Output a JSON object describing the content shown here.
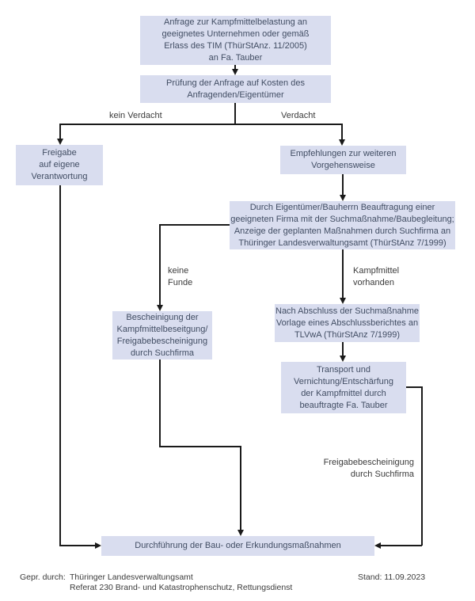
{
  "nodes": {
    "anfrage": "Anfrage zur Kampfmittelbelastung an\ngeeignetes Unternehmen oder gemäß\nErlass des TIM (ThürStAnz. 11/2005)\nan Fa. Tauber",
    "pruefung": "Prüfung der Anfrage auf Kosten des\nAnfragenden/Eigentümer",
    "freigabe": "Freigabe\nauf eigene\nVerantwortung",
    "empfehlungen": "Empfehlungen zur weiteren\nVorgehensweise",
    "beauftragung": "Durch Eigentümer/Bauherrn Beauftragung einer\ngeeigneten Firma mit der Suchmaßnahme/Baubegleitung;\nAnzeige der geplanten Maßnahmen durch Suchfirma an\nThüringer Landesverwaltungsamt (ThürStAnz 7/1999)",
    "bescheinigung": "Bescheinigung der\nKampfmittelbeseitgung/\nFreigabebescheinigung\ndurch Suchfirma",
    "abschlussbericht": "Nach Abschluss der Suchmaßnahme\nVorlage eines Abschlussberichtes an\nTLVwA (ThürStAnz 7/1999)",
    "transport": "Transport und\nVernichtung/Entschärfung\nder Kampfmittel durch\nbeauftragte Fa. Tauber",
    "durchfuehrung": "Durchführung der Bau- oder Erkundungsmaßnahmen"
  },
  "edge_labels": {
    "kein_verdacht": "kein Verdacht",
    "verdacht": "Verdacht",
    "keine_funde": "keine\nFunde",
    "kampfmittel_vorhanden": "Kampfmittel\nvorhanden",
    "freigabebescheinigung": "Freigabebescheinigung\ndurch Suchfirma"
  },
  "footer": {
    "gepr_label": "Gepr. durch:",
    "org": "Thüringer Landesverwaltungsamt\nReferat 230 Brand- und Katastrophenschutz, Rettungsdienst",
    "stand": "Stand: 11.09.2023"
  },
  "colors": {
    "node_fill": "#d9ddef",
    "node_text": "#414d63",
    "line": "#1a1a1a",
    "label_text": "#3b3b3b"
  }
}
